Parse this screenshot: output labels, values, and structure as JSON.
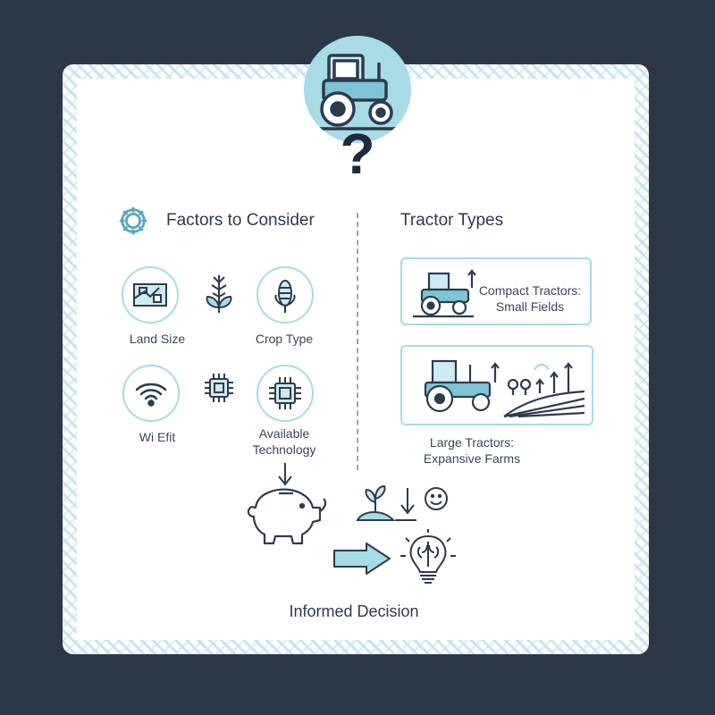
{
  "question_mark": "?",
  "factors": {
    "heading": "Factors to Consider",
    "items": [
      {
        "label": "Land Size",
        "icon": "map-icon"
      },
      {
        "label": "Crop Type",
        "icon": "corn-icon"
      },
      {
        "label": "Wi Efit",
        "icon": "wifi-icon"
      },
      {
        "label": "Available Technology",
        "icon": "chip-icon"
      }
    ]
  },
  "tractor_types": {
    "heading": "Tractor Types",
    "compact": {
      "line1": "Compact Tractors:",
      "line2": "Small Fields"
    },
    "large": {
      "line1": "Large Tractors:",
      "line2": "Expansive Farms"
    }
  },
  "decision": {
    "label": "Informed Decision"
  },
  "colors": {
    "accent": "#a7dbe6",
    "background": "#2d3748",
    "ink": "#2e3a4e"
  }
}
